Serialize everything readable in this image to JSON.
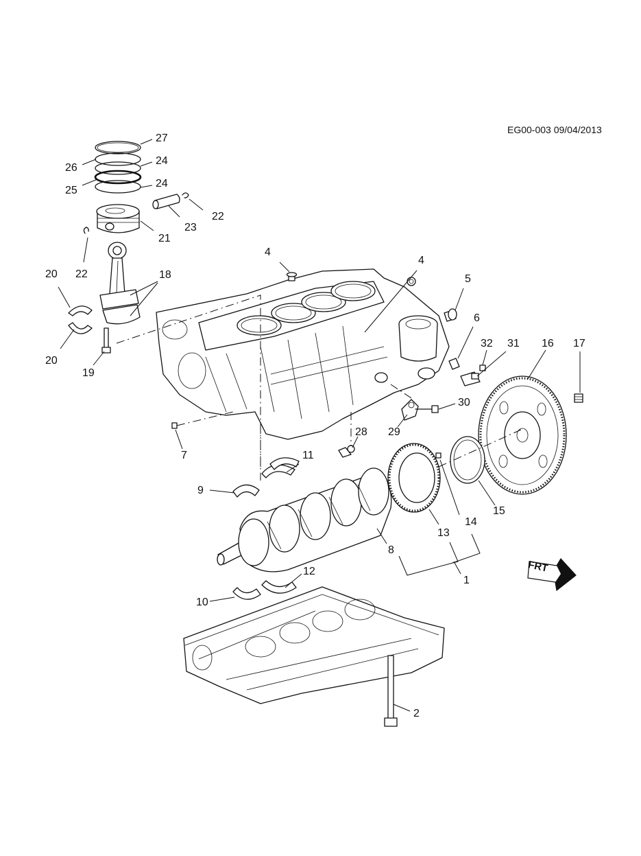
{
  "diagram_id": "EG00-003 09/04/2013",
  "callouts": {
    "c27": "27",
    "c26": "26",
    "c24a": "24",
    "c25": "25",
    "c24b": "24",
    "c23": "23",
    "c22a": "22",
    "c21": "21",
    "c22b": "22",
    "c20a": "20",
    "c18": "18",
    "c20b": "20",
    "c19": "19",
    "c4a": "4",
    "c4b": "4",
    "c5": "5",
    "c6": "6",
    "c32": "32",
    "c31": "31",
    "c16": "16",
    "c17": "17",
    "c30": "30",
    "c29": "29",
    "c28": "28",
    "c7": "7",
    "c11": "11",
    "c9": "9",
    "c13": "13",
    "c14": "14",
    "c15": "15",
    "c8": "8",
    "c1": "1",
    "c12": "12",
    "c10": "10",
    "c2": "2"
  },
  "front_indicator": "FRT",
  "icons": [
    "front-direction-arrow-icon"
  ]
}
